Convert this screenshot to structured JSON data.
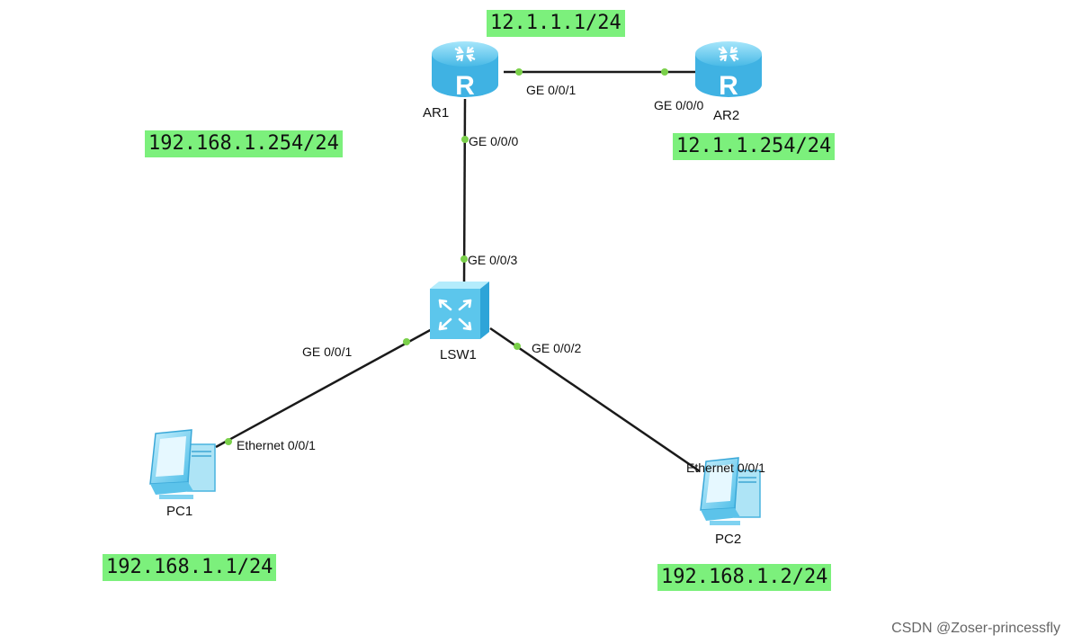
{
  "devices": {
    "ar1": {
      "label": "AR1",
      "icon": "router-icon"
    },
    "ar2": {
      "label": "AR2",
      "icon": "router-icon"
    },
    "lsw1": {
      "label": "LSW1",
      "icon": "switch-icon"
    },
    "pc1": {
      "label": "PC1",
      "icon": "pc-icon"
    },
    "pc2": {
      "label": "PC2",
      "icon": "pc-icon"
    }
  },
  "ports": {
    "ar1_ge001": "GE 0/0/1",
    "ar2_ge000": "GE 0/0/0",
    "ar1_ge000": "GE 0/0/0",
    "lsw1_ge003": "GE 0/0/3",
    "lsw1_ge001": "GE 0/0/1",
    "lsw1_ge002": "GE 0/0/2",
    "pc1_eth": "Ethernet 0/0/1",
    "pc2_eth": "Ethernet 0/0/1"
  },
  "ip_labels": {
    "ar1_wan": "12.1.1.1/24",
    "ar2_wan": "12.1.1.254/24",
    "ar1_lan": "192.168.1.254/24",
    "pc1": "192.168.1.1/24",
    "pc2": "192.168.1.2/24"
  },
  "colors": {
    "ip_highlight": "#7cf07c",
    "link": "#1a1a1a",
    "port_dot": "#7ad04a",
    "device_blue": "#5cc6ec"
  },
  "watermark": "CSDN @Zoser-princessfly"
}
